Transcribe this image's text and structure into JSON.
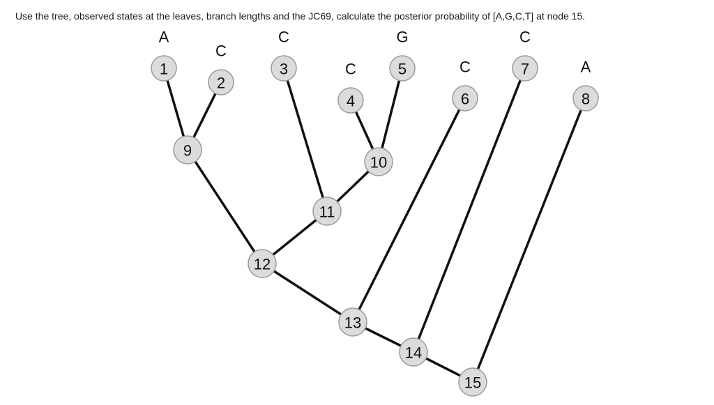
{
  "question": "Use the tree, observed states at the leaves, branch lengths and the JC69, calculate the posterior probability of [A,G,C,T] at node 15.",
  "nodes": [
    {
      "id": "1",
      "state": "A"
    },
    {
      "id": "2",
      "state": "C"
    },
    {
      "id": "3",
      "state": "C"
    },
    {
      "id": "4",
      "state": "C"
    },
    {
      "id": "5",
      "state": "G"
    },
    {
      "id": "6",
      "state": "C"
    },
    {
      "id": "7",
      "state": "C"
    },
    {
      "id": "8",
      "state": "A"
    },
    {
      "id": "9"
    },
    {
      "id": "10"
    },
    {
      "id": "11"
    },
    {
      "id": "12"
    },
    {
      "id": "13"
    },
    {
      "id": "14"
    },
    {
      "id": "15"
    }
  ],
  "edges": [
    [
      "1",
      "9"
    ],
    [
      "2",
      "9"
    ],
    [
      "4",
      "10"
    ],
    [
      "5",
      "10"
    ],
    [
      "3",
      "11"
    ],
    [
      "10",
      "11"
    ],
    [
      "9",
      "12"
    ],
    [
      "11",
      "12"
    ],
    [
      "12",
      "13"
    ],
    [
      "6",
      "13"
    ],
    [
      "13",
      "14"
    ],
    [
      "7",
      "14"
    ],
    [
      "14",
      "15"
    ],
    [
      "8",
      "15"
    ]
  ]
}
